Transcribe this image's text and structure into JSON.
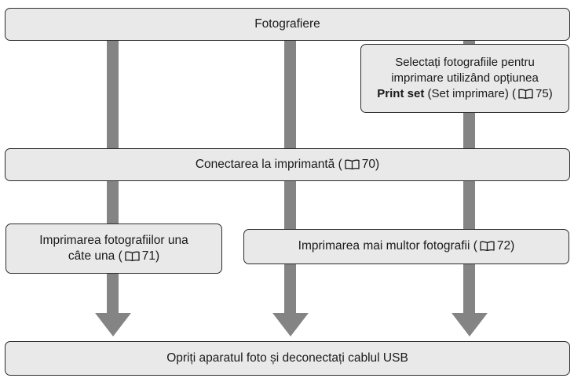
{
  "boxes": {
    "shoot": {
      "label": "Fotografiere"
    },
    "print_set": {
      "line1": "Selectați fotografiile pentru",
      "line2": "imprimare utilizând opțiunea",
      "bold": "Print set",
      "rest_open": " (Set imprimare) (",
      "page": "75",
      "close": ")",
      "icon": "book-icon"
    },
    "connect": {
      "label_open": "Conectarea la imprimantă (",
      "page": "70",
      "close": ")",
      "icon": "book-icon"
    },
    "single": {
      "line1": "Imprimarea fotografiilor una",
      "line2_open": "câte una (",
      "page": "71",
      "close": ")",
      "icon": "book-icon"
    },
    "multiple": {
      "label_open": "Imprimarea mai multor fotografii (",
      "page": "72",
      "close": ")",
      "icon": "book-icon"
    },
    "finish": {
      "label": "Opriți aparatul foto și deconectați cablul USB"
    }
  },
  "colors": {
    "box_fill": "#e9e9e9",
    "box_border": "#2b2b2b",
    "arrow": "#848484"
  }
}
